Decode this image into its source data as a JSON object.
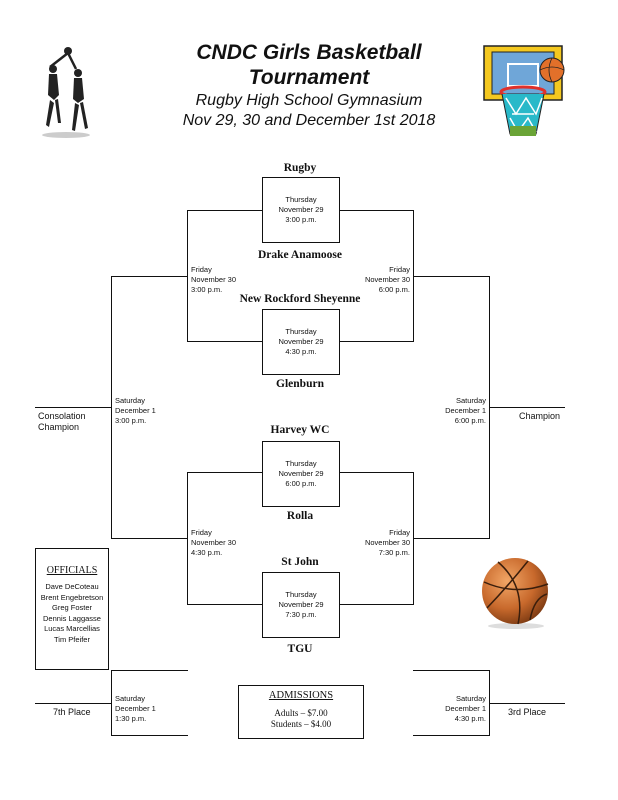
{
  "header": {
    "title_line1": "CNDC Girls Basketball",
    "title_line2": "Tournament",
    "venue": "Rugby High School Gymnasium",
    "dates": "Nov 29, 30 and December 1st 2018"
  },
  "teams": {
    "rugby": "Rugby",
    "drake": "Drake Anamoose",
    "new_rockford": "New Rockford Sheyenne",
    "glenburn": "Glenburn",
    "harvey": "Harvey WC",
    "rolla": "Rolla",
    "st_john": "St John",
    "tgu": "TGU"
  },
  "games": {
    "g1": {
      "day": "Thursday",
      "date": "November 29",
      "time": "3:00 p.m."
    },
    "g2": {
      "day": "Thursday",
      "date": "November 29",
      "time": "4:30 p.m."
    },
    "g3": {
      "day": "Thursday",
      "date": "November 29",
      "time": "6:00 p.m."
    },
    "g4": {
      "day": "Thursday",
      "date": "November 29",
      "time": "7:30 p.m."
    },
    "fri_l1": {
      "day": "Friday",
      "date": "November 30",
      "time": "3:00 p.m."
    },
    "fri_r1": {
      "day": "Friday",
      "date": "November 30",
      "time": "6:00 p.m."
    },
    "fri_l2": {
      "day": "Friday",
      "date": "November 30",
      "time": "4:30 p.m."
    },
    "fri_r2": {
      "day": "Friday",
      "date": "November 30",
      "time": "7:30 p.m."
    },
    "sat_consol": {
      "day": "Saturday",
      "date": "December 1",
      "time": "3:00 p.m."
    },
    "sat_champ": {
      "day": "Saturday",
      "date": "December 1",
      "time": "6:00 p.m."
    },
    "sat_7th": {
      "day": "Saturday",
      "date": "December 1",
      "time": "1:30 p.m."
    },
    "sat_3rd": {
      "day": "Saturday",
      "date": "December 1",
      "time": "4:30 p.m."
    }
  },
  "places": {
    "consolation_line1": "Consolation",
    "consolation_line2": "Champion",
    "champion": "Champion",
    "seventh": "7th Place",
    "third": "3rd Place"
  },
  "officials": {
    "heading": "OFFICIALS",
    "names": [
      "Dave DeCoteau",
      "Brent Engebretson",
      "Greg Foster",
      "Dennis Laggasse",
      "Lucas Marcellias",
      "Tim Pfeifer"
    ]
  },
  "admissions": {
    "heading": "ADMISSIONS",
    "adults": "Adults – $7.00",
    "students": "Students – $4.00"
  },
  "icons": [
    "players-silhouette-icon",
    "basketball-hoop-icon",
    "basketball-icon"
  ]
}
